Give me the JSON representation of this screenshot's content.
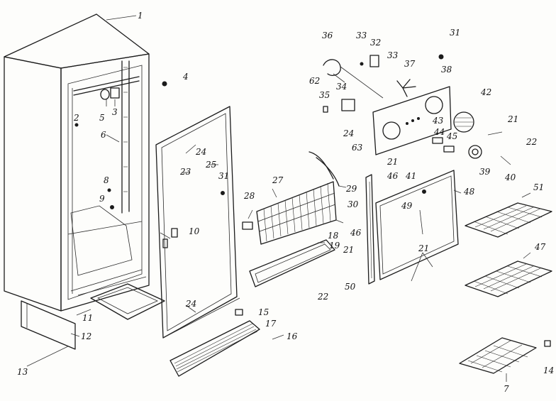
{
  "diagram": {
    "callouts": [
      {
        "id": "c1",
        "text": "1"
      },
      {
        "id": "c2",
        "text": "2"
      },
      {
        "id": "c3",
        "text": "3"
      },
      {
        "id": "c4",
        "text": "4"
      },
      {
        "id": "c5",
        "text": "5"
      },
      {
        "id": "c6",
        "text": "6"
      },
      {
        "id": "c7",
        "text": "7"
      },
      {
        "id": "c8",
        "text": "8"
      },
      {
        "id": "c9",
        "text": "9"
      },
      {
        "id": "c10",
        "text": "10"
      },
      {
        "id": "c11",
        "text": "11"
      },
      {
        "id": "c12",
        "text": "12"
      },
      {
        "id": "c13",
        "text": "13"
      },
      {
        "id": "c14",
        "text": "14"
      },
      {
        "id": "c15",
        "text": "15"
      },
      {
        "id": "c16",
        "text": "16"
      },
      {
        "id": "c17",
        "text": "17"
      },
      {
        "id": "c18",
        "text": "18"
      },
      {
        "id": "c19",
        "text": "19"
      },
      {
        "id": "c21a",
        "text": "21"
      },
      {
        "id": "c21b",
        "text": "21"
      },
      {
        "id": "c21c",
        "text": "21"
      },
      {
        "id": "c21d",
        "text": "21"
      },
      {
        "id": "c22a",
        "text": "22"
      },
      {
        "id": "c22b",
        "text": "22"
      },
      {
        "id": "c23",
        "text": "23"
      },
      {
        "id": "c24a",
        "text": "24"
      },
      {
        "id": "c24b",
        "text": "24"
      },
      {
        "id": "c24c",
        "text": "24"
      },
      {
        "id": "c25",
        "text": "25"
      },
      {
        "id": "c27",
        "text": "27"
      },
      {
        "id": "c28",
        "text": "28"
      },
      {
        "id": "c29",
        "text": "29"
      },
      {
        "id": "c30",
        "text": "30"
      },
      {
        "id": "c31a",
        "text": "31"
      },
      {
        "id": "c31b",
        "text": "31"
      },
      {
        "id": "c32",
        "text": "32"
      },
      {
        "id": "c33a",
        "text": "33"
      },
      {
        "id": "c33b",
        "text": "33"
      },
      {
        "id": "c34",
        "text": "34"
      },
      {
        "id": "c35",
        "text": "35"
      },
      {
        "id": "c36",
        "text": "36"
      },
      {
        "id": "c37",
        "text": "37"
      },
      {
        "id": "c38",
        "text": "38"
      },
      {
        "id": "c39",
        "text": "39"
      },
      {
        "id": "c40",
        "text": "40"
      },
      {
        "id": "c41",
        "text": "41"
      },
      {
        "id": "c42",
        "text": "42"
      },
      {
        "id": "c43",
        "text": "43"
      },
      {
        "id": "c44",
        "text": "44"
      },
      {
        "id": "c45",
        "text": "45"
      },
      {
        "id": "c46a",
        "text": "46"
      },
      {
        "id": "c46b",
        "text": "46"
      },
      {
        "id": "c47",
        "text": "47"
      },
      {
        "id": "c48",
        "text": "48"
      },
      {
        "id": "c49",
        "text": "49"
      },
      {
        "id": "c50",
        "text": "50"
      },
      {
        "id": "c51",
        "text": "51"
      },
      {
        "id": "c62",
        "text": "62"
      },
      {
        "id": "c63",
        "text": "63"
      }
    ]
  }
}
